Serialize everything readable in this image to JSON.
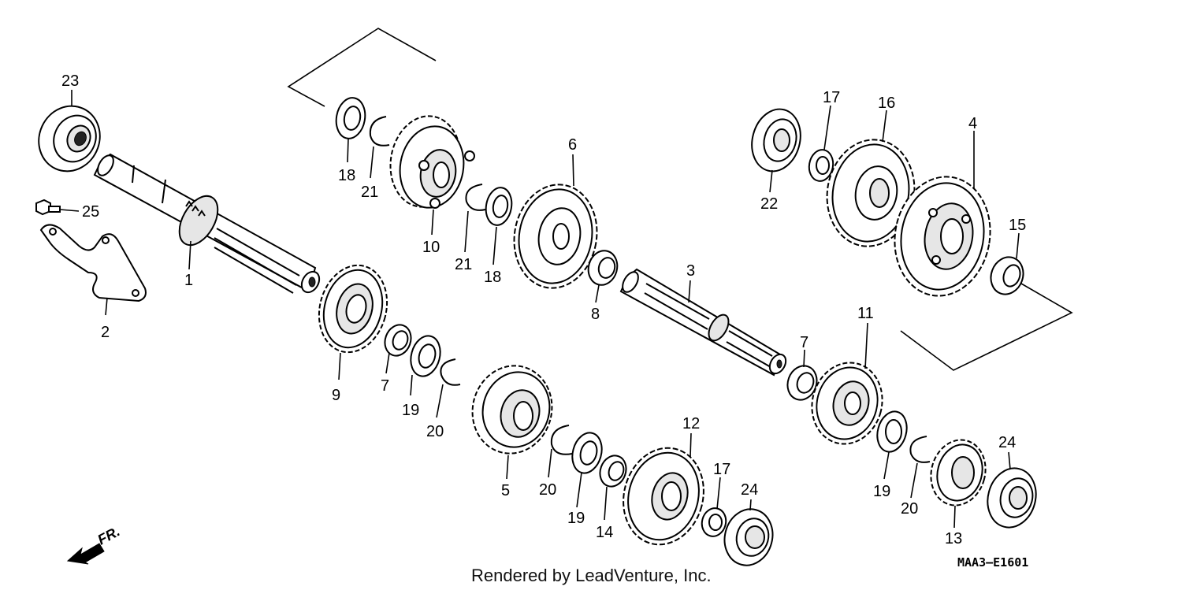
{
  "callouts": [
    {
      "id": "c23",
      "label": "23"
    },
    {
      "id": "c25",
      "label": "25"
    },
    {
      "id": "c1",
      "label": "1"
    },
    {
      "id": "c2",
      "label": "2"
    },
    {
      "id": "c9",
      "label": "9"
    },
    {
      "id": "c7a",
      "label": "7"
    },
    {
      "id": "c19a",
      "label": "19"
    },
    {
      "id": "c20a",
      "label": "20"
    },
    {
      "id": "c18a",
      "label": "18"
    },
    {
      "id": "c21a",
      "label": "21"
    },
    {
      "id": "c10",
      "label": "10"
    },
    {
      "id": "c21b",
      "label": "21"
    },
    {
      "id": "c18b",
      "label": "18"
    },
    {
      "id": "c6",
      "label": "6"
    },
    {
      "id": "c8",
      "label": "8"
    },
    {
      "id": "c3",
      "label": "3"
    },
    {
      "id": "c5",
      "label": "5"
    },
    {
      "id": "c20b",
      "label": "20"
    },
    {
      "id": "c19b",
      "label": "19"
    },
    {
      "id": "c14",
      "label": "14"
    },
    {
      "id": "c12",
      "label": "12"
    },
    {
      "id": "c17a",
      "label": "17"
    },
    {
      "id": "c24a",
      "label": "24"
    },
    {
      "id": "c22",
      "label": "22"
    },
    {
      "id": "c17b",
      "label": "17"
    },
    {
      "id": "c16",
      "label": "16"
    },
    {
      "id": "c4",
      "label": "4"
    },
    {
      "id": "c15",
      "label": "15"
    },
    {
      "id": "c7b",
      "label": "7"
    },
    {
      "id": "c11",
      "label": "11"
    },
    {
      "id": "c19c",
      "label": "19"
    },
    {
      "id": "c20c",
      "label": "20"
    },
    {
      "id": "c13",
      "label": "13"
    },
    {
      "id": "c24b",
      "label": "24"
    }
  ],
  "front_marker": "FR.",
  "diagram_code": "MAA3—E1601",
  "credit": "Rendered by LeadVenture, Inc."
}
